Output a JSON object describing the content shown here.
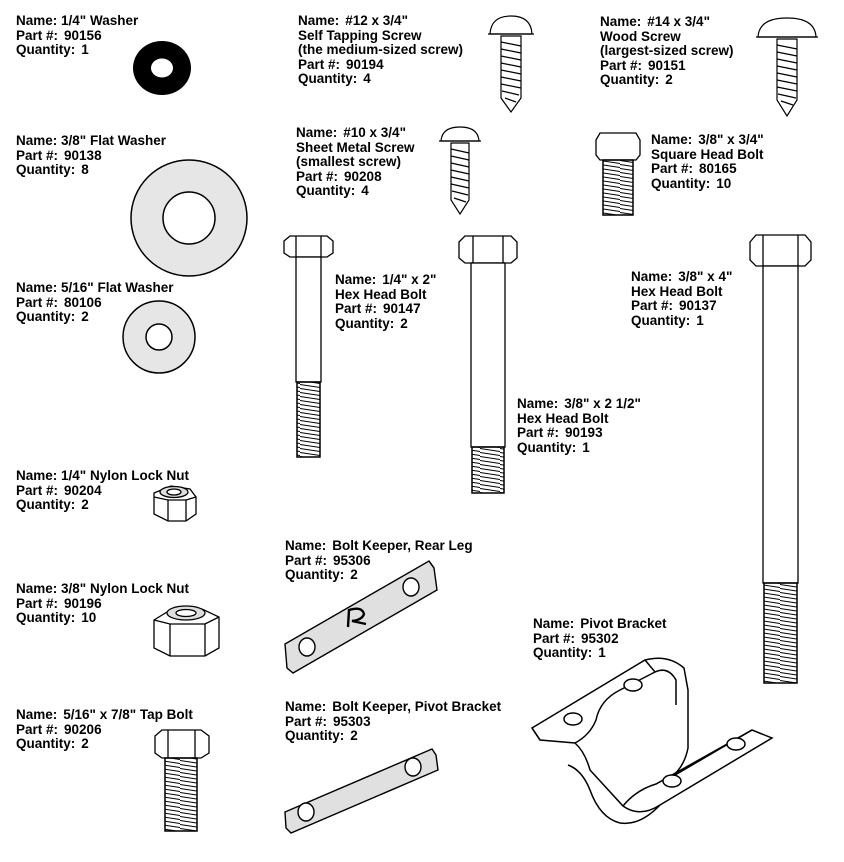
{
  "labels": {
    "name": "Name:",
    "part": "Part #:",
    "quantity": "Quantity:"
  },
  "parts": {
    "washer_quarter": {
      "name": "1/4\" Washer",
      "part_no": "90156",
      "quantity": "1"
    },
    "screw_12": {
      "name": "#12 x 3/4\"",
      "name_line2": "Self Tapping Screw",
      "note": "(the medium-sized screw)",
      "part_no": "90194",
      "quantity": "4"
    },
    "screw_14": {
      "name": "#14 x 3/4\"",
      "name_line2": "Wood Screw",
      "note": "(largest-sized screw)",
      "part_no": "90151",
      "quantity": "2"
    },
    "flat_washer_38": {
      "name": "3/8\" Flat Washer",
      "part_no": "90138",
      "quantity": "8"
    },
    "screw_10": {
      "name": "#10 x 3/4\"",
      "name_line2": "Sheet Metal Screw",
      "note": "(smallest screw)",
      "part_no": "90208",
      "quantity": "4"
    },
    "square_bolt": {
      "name": "3/8\" x 3/4\"",
      "name_line2": "Square Head Bolt",
      "part_no": "80165",
      "quantity": "10"
    },
    "flat_washer_516": {
      "name": "5/16\" Flat Washer",
      "part_no": "80106",
      "quantity": "2"
    },
    "hex_bolt_14x2": {
      "name": "1/4\" x 2\"",
      "name_line2": "Hex Head Bolt",
      "part_no": "90147",
      "quantity": "2"
    },
    "hex_bolt_38x4": {
      "name": "3/8\" x 4\"",
      "name_line2": "Hex Head Bolt",
      "part_no": "90137",
      "quantity": "1"
    },
    "hex_bolt_38x25": {
      "name": "3/8\" x 2 1/2\"",
      "name_line2": "Hex Head Bolt",
      "part_no": "90193",
      "quantity": "1"
    },
    "nut_14": {
      "name": "1/4\" Nylon Lock Nut",
      "part_no": "90204",
      "quantity": "2"
    },
    "keeper_rear": {
      "name": "Bolt Keeper, Rear Leg",
      "part_no": "95306",
      "quantity": "2",
      "stamp": "R"
    },
    "nut_38": {
      "name": "3/8\" Nylon Lock Nut",
      "part_no": "90196",
      "quantity": "10"
    },
    "pivot_bracket": {
      "name": "Pivot Bracket",
      "part_no": "95302",
      "quantity": "1"
    },
    "tap_bolt": {
      "name": "5/16\" x 7/8\" Tap Bolt",
      "part_no": "90206",
      "quantity": "2"
    },
    "keeper_pivot": {
      "name": "Bolt Keeper, Pivot Bracket",
      "part_no": "95303",
      "quantity": "2"
    }
  }
}
